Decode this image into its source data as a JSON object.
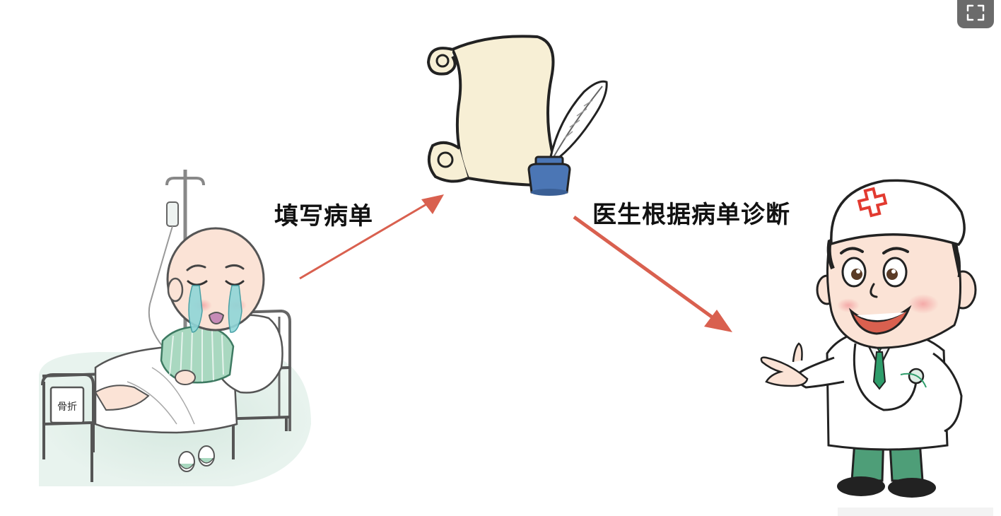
{
  "labels": {
    "fill_form": "填写病单",
    "doctor_diagnose": "医生根据病单诊断"
  },
  "bed_card": {
    "text": "骨折"
  },
  "nodes": {
    "patient": "patient-in-hospital-bed",
    "form": "medical-form-scroll-with-quill",
    "doctor": "doctor-character"
  },
  "colors": {
    "arrow": "#d9604f",
    "scroll": "#f7efd5",
    "ink_bottle": "#4b76b5",
    "pajama": "#a9d8c0",
    "doctor_tie": "#2f9d6b",
    "doctor_pants": "#4e9e78",
    "cross": "#e23a30",
    "expand_button": "#6b6b6b"
  },
  "icons": {
    "expand": "expand-icon"
  }
}
